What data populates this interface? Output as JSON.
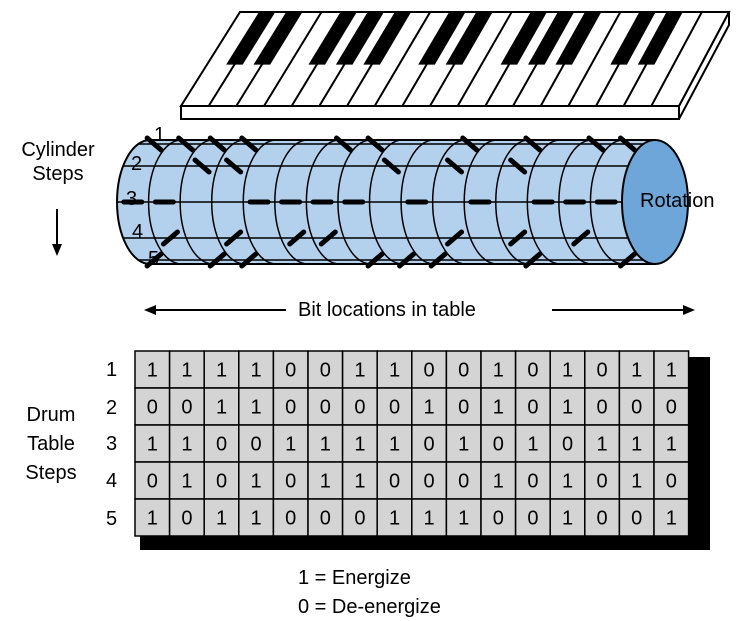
{
  "cylinder": {
    "steps_label_line1": "Cylinder",
    "steps_label_line2": "Steps",
    "step_numbers": [
      "1",
      "2",
      "3",
      "4",
      "5"
    ],
    "rotation_label": "Rotation"
  },
  "bit_locations_label": "Bit locations in table",
  "drum_table": {
    "label_line1": "Drum",
    "label_line2": "Table",
    "label_line3": "Steps",
    "row_numbers": [
      "1",
      "2",
      "3",
      "4",
      "5"
    ],
    "rows": [
      [
        "1",
        "1",
        "1",
        "1",
        "0",
        "0",
        "1",
        "1",
        "0",
        "0",
        "1",
        "0",
        "1",
        "0",
        "1",
        "1"
      ],
      [
        "0",
        "0",
        "1",
        "1",
        "0",
        "0",
        "0",
        "0",
        "1",
        "0",
        "1",
        "0",
        "1",
        "0",
        "0",
        "0"
      ],
      [
        "1",
        "1",
        "0",
        "0",
        "1",
        "1",
        "1",
        "1",
        "0",
        "1",
        "0",
        "1",
        "0",
        "1",
        "1",
        "1"
      ],
      [
        "0",
        "1",
        "0",
        "1",
        "0",
        "1",
        "1",
        "0",
        "0",
        "0",
        "1",
        "0",
        "1",
        "0",
        "1",
        "0"
      ],
      [
        "1",
        "0",
        "1",
        "1",
        "0",
        "0",
        "0",
        "1",
        "1",
        "1",
        "0",
        "0",
        "1",
        "0",
        "0",
        "1"
      ]
    ]
  },
  "legend": {
    "energize": "1 = Energize",
    "deenergize": "0 = De-energize"
  },
  "colors": {
    "cylinder_body": "#b3d0ec",
    "cylinder_end": "#6ea6d9",
    "table_cell": "#d4d4d4",
    "shadow": "#000000"
  }
}
